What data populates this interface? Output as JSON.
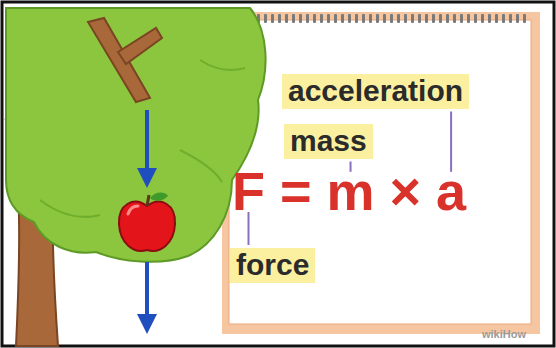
{
  "diagram": {
    "labels": [
      "acceleration",
      "mass",
      "F = m × a",
      "force",
      "wikiHow"
    ]
  }
}
